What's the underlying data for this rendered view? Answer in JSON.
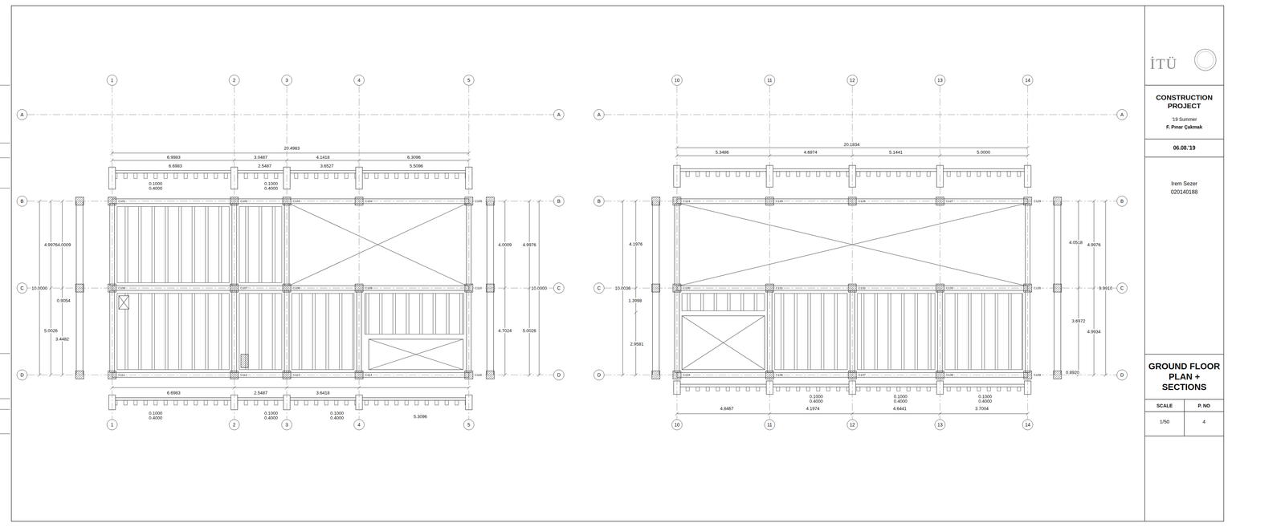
{
  "diagram": {
    "nodes": [
      {
        "text": [
          "1"
        ]
      },
      {
        "text": [
          "2"
        ]
      },
      {
        "text": [
          "3"
        ]
      },
      {
        "text": [
          "4"
        ]
      },
      {
        "text": [
          "5"
        ]
      },
      {
        "text": [
          "10"
        ]
      },
      {
        "text": [
          "11"
        ]
      },
      {
        "text": [
          "12"
        ]
      },
      {
        "text": [
          "13"
        ]
      },
      {
        "text": [
          "14"
        ]
      },
      {
        "text": [
          "A"
        ]
      },
      {
        "text": [
          "B"
        ]
      },
      {
        "text": [
          "C"
        ]
      },
      {
        "text": [
          "D"
        ]
      },
      {
        "text": [
          "A"
        ]
      },
      {
        "text": [
          "B"
        ]
      },
      {
        "text": [
          "C"
        ]
      },
      {
        "text": [
          "D"
        ]
      },
      {
        "text": [
          "A"
        ]
      },
      {
        "text": [
          "B"
        ]
      },
      {
        "text": [
          "C"
        ]
      },
      {
        "text": [
          "D"
        ]
      },
      {
        "text": [
          "A"
        ]
      },
      {
        "text": [
          "B"
        ]
      },
      {
        "text": [
          "C"
        ]
      },
      {
        "text": [
          "D"
        ]
      },
      {
        "text": [
          "1"
        ]
      },
      {
        "text": [
          "2"
        ]
      },
      {
        "text": [
          "3"
        ]
      },
      {
        "text": [
          "4"
        ]
      },
      {
        "text": [
          "5"
        ]
      },
      {
        "text": [
          "10"
        ]
      },
      {
        "text": [
          "11"
        ]
      },
      {
        "text": [
          "12"
        ]
      },
      {
        "text": [
          "13"
        ]
      },
      {
        "text": [
          "14"
        ]
      },
      {
        "text": [
          "CONSTRUCTION PROJECT",
          "'19 Summer",
          "F. Pınar Çakmak"
        ]
      },
      {
        "text": [
          "06.08.'19"
        ]
      },
      {
        "text": [
          "Irem Sezer",
          "020140188"
        ]
      },
      {
        "text": [
          "GROUND FLOOR PLAN + SECTIONS"
        ]
      },
      {
        "text": [
          "SCALE",
          "1/50"
        ]
      },
      {
        "text": [
          "P. NO",
          "4"
        ]
      }
    ],
    "edges": [
      {
        "from": 0,
        "to": 26,
        "arrow": "none"
      },
      {
        "from": 1,
        "to": 27,
        "arrow": "none"
      },
      {
        "from": 2,
        "to": 28,
        "arrow": "none"
      },
      {
        "from": 3,
        "to": 29,
        "arrow": "none"
      },
      {
        "from": 4,
        "to": 30,
        "arrow": "none"
      },
      {
        "from": 5,
        "to": 31,
        "arrow": "none"
      },
      {
        "from": 6,
        "to": 32,
        "arrow": "none"
      },
      {
        "from": 7,
        "to": 33,
        "arrow": "none"
      },
      {
        "from": 8,
        "to": 34,
        "arrow": "none"
      },
      {
        "from": 9,
        "to": 35,
        "arrow": "none"
      },
      {
        "from": 10,
        "to": 14,
        "arrow": "none"
      },
      {
        "from": 11,
        "to": 15,
        "arrow": "none"
      },
      {
        "from": 12,
        "to": 16,
        "arrow": "none"
      },
      {
        "from": 13,
        "to": 17,
        "arrow": "none"
      },
      {
        "from": 18,
        "to": 22,
        "arrow": "none"
      },
      {
        "from": 19,
        "to": 23,
        "arrow": "none"
      },
      {
        "from": 20,
        "to": 24,
        "arrow": "none"
      },
      {
        "from": 21,
        "to": 25,
        "arrow": "none"
      }
    ],
    "labels": [
      "İTÜ",
      "20.4983",
      "6.9983",
      "3.0487",
      "4.1418",
      "6.3096",
      "6.6983",
      "2.5487",
      "3.6527",
      "5.5096",
      "0.1000",
      "0.4000",
      "0.1000",
      "0.4000",
      "4.99764.0009",
      "10.0000",
      "0.9054",
      "5.0026",
      "3.4482",
      "4.0009",
      "4.9976",
      "10.0000",
      "4.7024",
      "5.0026",
      "6.6983",
      "2.5487",
      "3.6418",
      "0.1000",
      "0.4000",
      "0.1000",
      "0.4000",
      "0.1000",
      "0.4000",
      "5.3096",
      "20.1834",
      "5.3486",
      "4.6974",
      "5.1441",
      "5.0000",
      "4.1976",
      "10.0036",
      "1.3998",
      "2.9581",
      "4.0518",
      "4.9976",
      "9.9910",
      "3.6972",
      "4.9934",
      "0.8920",
      "0.1000",
      "0.4000",
      "0.1000",
      "0.4000",
      "0.1000",
      "0.4000",
      "4.8467",
      "4.1974",
      "4.6441",
      "3.7004",
      "C101",
      "C102",
      "C103",
      "C104",
      "C105",
      "C106",
      "C107",
      "C108",
      "C109",
      "C110",
      "C111",
      "C112",
      "C113",
      "C114",
      "C115",
      "C124",
      "C125",
      "C126",
      "C127",
      "C129",
      "C130",
      "C131",
      "C132",
      "C133",
      "C135",
      "C134",
      "C136",
      "C137",
      "C138",
      "C139"
    ]
  }
}
